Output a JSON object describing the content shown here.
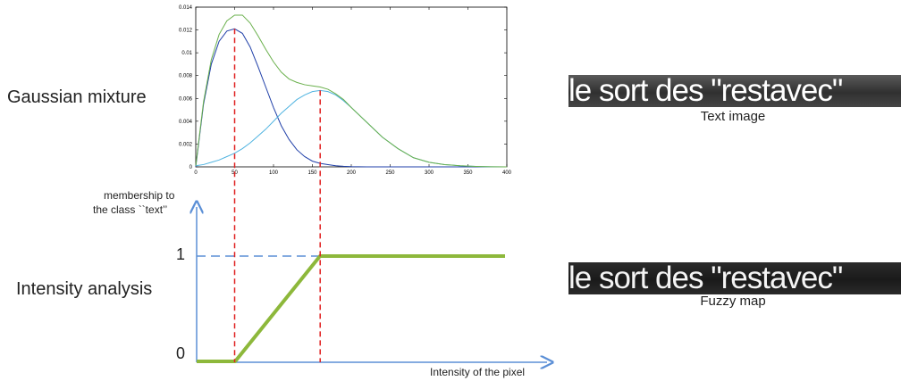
{
  "labels": {
    "gaussian_mixture": "Gaussian mixture",
    "intensity_analysis": "Intensity analysis",
    "membership_line1": "membership to",
    "membership_line2": "the class ``text’’",
    "x_axis": "Intensity of the pixel",
    "level_one": "1",
    "level_zero": "0"
  },
  "images": {
    "text_image_content": "le sort des \"restavec\"",
    "text_image_caption": "Text image",
    "fuzzy_map_content": "le sort des \"restavec\"",
    "fuzzy_map_caption": "Fuzzy map"
  },
  "colors": {
    "mixture": "#6ab04c",
    "component_1": "#1f3fa8",
    "component_2": "#4fb3e0",
    "guide": "#e02020",
    "axis": "#5b8fd6",
    "membership": "#8db83b"
  },
  "chart_data": [
    {
      "type": "line",
      "xlim": [
        0,
        400
      ],
      "ylim": [
        0,
        0.014
      ],
      "x_ticks": [
        "0",
        "50",
        "100",
        "150",
        "200",
        "250",
        "300",
        "350",
        "400"
      ],
      "y_ticks": [
        "0",
        "0.002",
        "0.004",
        "0.006",
        "0.008",
        "0.01",
        "0.012",
        "0.014"
      ],
      "series": [
        {
          "x": [
            0,
            10,
            20,
            30,
            40,
            50,
            60,
            70,
            80,
            90,
            100,
            110,
            120,
            130,
            140,
            150,
            160,
            170,
            180,
            190,
            200,
            220,
            240,
            260,
            280,
            300,
            320,
            340,
            360,
            380,
            400
          ],
          "values": [
            0,
            0.0055,
            0.009,
            0.011,
            0.0119,
            0.0121,
            0.0117,
            0.0105,
            0.0088,
            0.007,
            0.0052,
            0.0036,
            0.0024,
            0.0015,
            0.0009,
            0.0005,
            0.0003,
            0.0002,
            0.0001,
            5e-05,
            2e-05,
            0,
            0,
            0,
            0,
            0,
            0,
            0,
            0,
            0,
            0
          ]
        },
        {
          "x": [
            0,
            10,
            20,
            30,
            40,
            50,
            60,
            70,
            80,
            90,
            100,
            110,
            120,
            130,
            140,
            150,
            160,
            170,
            180,
            190,
            200,
            220,
            240,
            260,
            280,
            300,
            320,
            340,
            360,
            380,
            400
          ],
          "values": [
            0.0001,
            0.0002,
            0.0004,
            0.0006,
            0.0009,
            0.0012,
            0.0016,
            0.0021,
            0.0027,
            0.0033,
            0.004,
            0.0047,
            0.0053,
            0.0059,
            0.0063,
            0.0066,
            0.0067,
            0.0066,
            0.0063,
            0.0058,
            0.0052,
            0.0039,
            0.0026,
            0.0016,
            0.0008,
            0.0004,
            0.0002,
            0.0001,
            4e-05,
            1e-05,
            0
          ]
        },
        {
          "x": [
            0,
            10,
            20,
            30,
            40,
            50,
            60,
            70,
            80,
            90,
            100,
            110,
            120,
            130,
            140,
            150,
            160,
            170,
            180,
            190,
            200,
            220,
            240,
            260,
            280,
            300,
            320,
            340,
            360,
            380,
            400
          ],
          "values": [
            0.0001,
            0.0057,
            0.0094,
            0.0116,
            0.0128,
            0.0133,
            0.0133,
            0.0126,
            0.0115,
            0.0103,
            0.0092,
            0.0083,
            0.0077,
            0.0074,
            0.0072,
            0.0071,
            0.007,
            0.0068,
            0.0064,
            0.0059,
            0.0052,
            0.0039,
            0.0026,
            0.0016,
            0.0008,
            0.0004,
            0.0002,
            0.0001,
            4e-05,
            1e-05,
            0
          ]
        }
      ],
      "guides_x": [
        50,
        160
      ]
    },
    {
      "type": "line",
      "xlabel": "Intensity of the pixel",
      "ylabel": "membership to the class ``text’’",
      "series": [
        {
          "x": [
            0,
            50,
            160,
            400
          ],
          "values": [
            0,
            0,
            1,
            1
          ]
        }
      ]
    }
  ]
}
